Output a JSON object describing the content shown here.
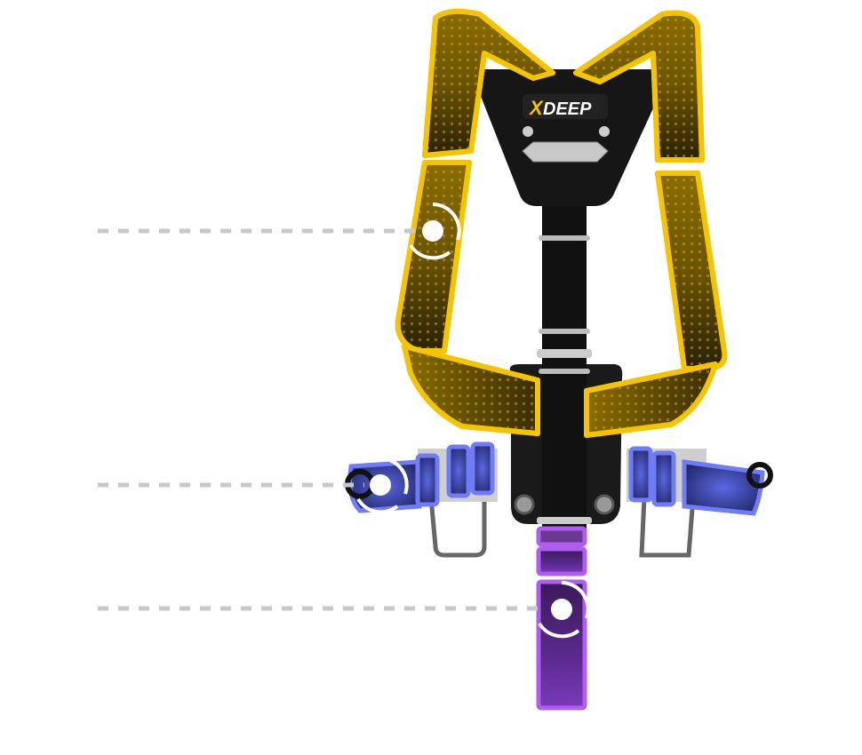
{
  "product": {
    "logo_text": "XDEEP",
    "logo_accent_letter": "X"
  },
  "hotspots": [
    {
      "id": "shoulder-strap",
      "label": ""
    },
    {
      "id": "waist-belt",
      "label": ""
    },
    {
      "id": "crotch-strap",
      "label": ""
    }
  ],
  "colors": {
    "shoulder_highlight": "#f5c400",
    "waist_highlight": "#6f7cf5",
    "crotch_highlight": "#b15cf0",
    "webbing": "#141414",
    "leader_line": "#c8c8c8",
    "hotspot": "#ffffff"
  }
}
